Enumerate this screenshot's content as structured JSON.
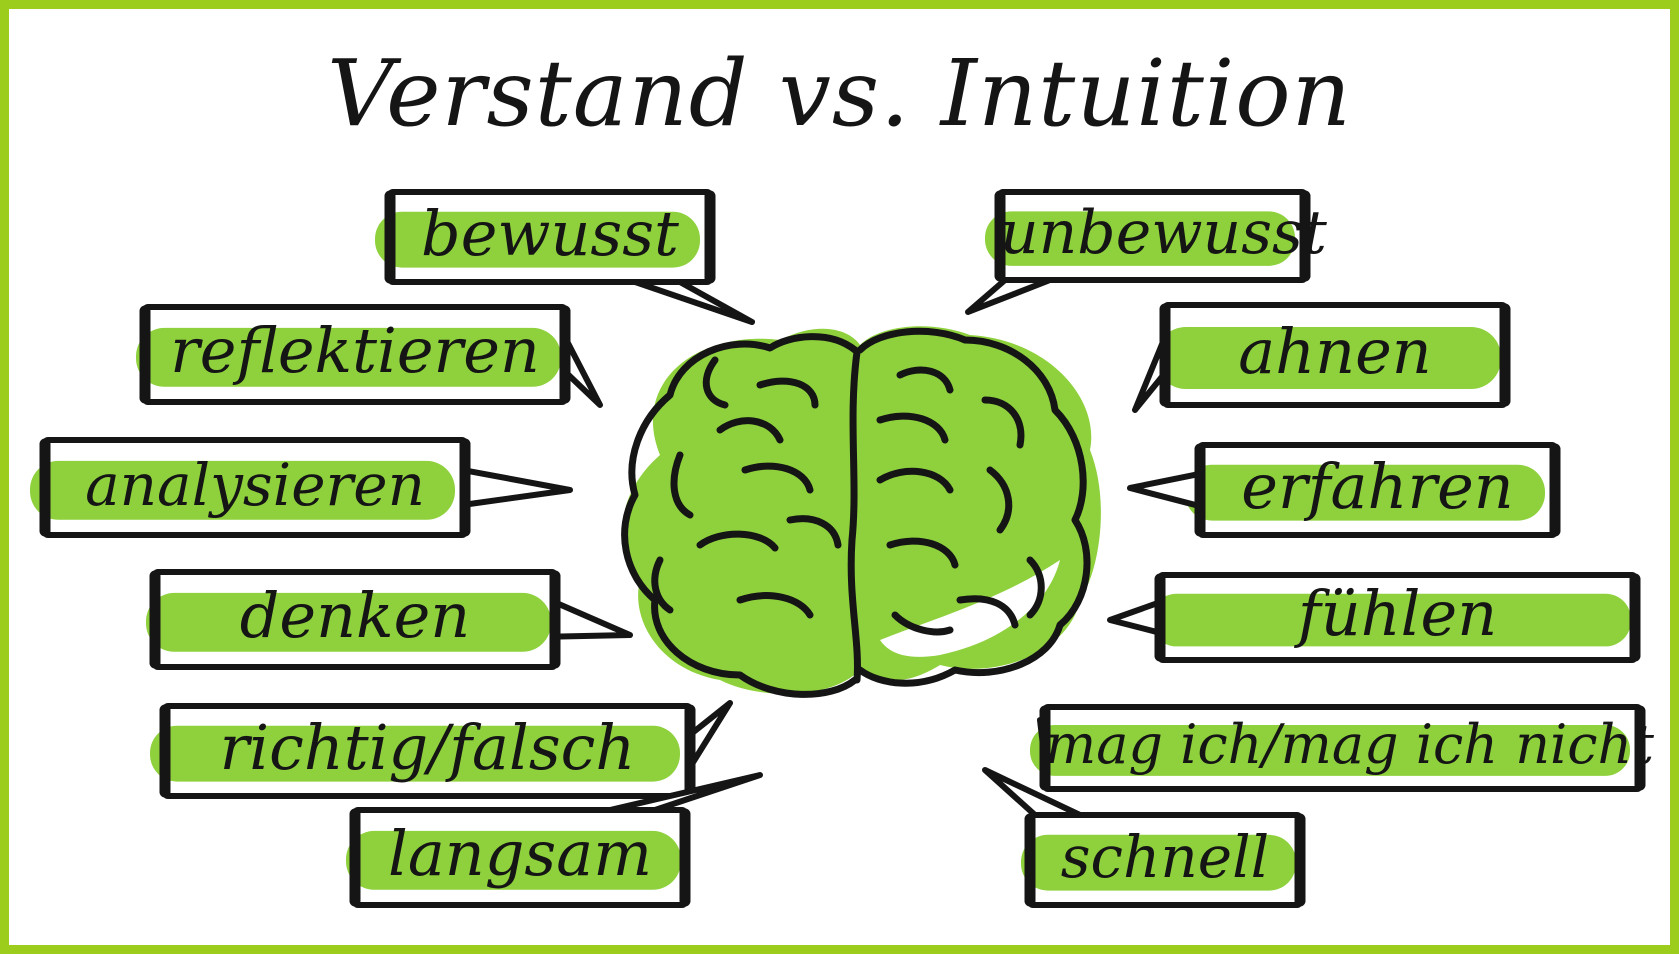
{
  "title": "Verstand vs. Intuition",
  "colors": {
    "accent": "#9ccc1c",
    "highlight": "#8ed13c",
    "ink": "#151515"
  },
  "left_terms": [
    {
      "label": "bewusst"
    },
    {
      "label": "reflektieren"
    },
    {
      "label": "analysieren"
    },
    {
      "label": "denken"
    },
    {
      "label": "richtig/falsch"
    },
    {
      "label": "langsam"
    }
  ],
  "right_terms": [
    {
      "label": "unbewusst"
    },
    {
      "label": "ahnen"
    },
    {
      "label": "erfahren"
    },
    {
      "label": "fühlen"
    },
    {
      "label": "mag ich/mag ich nicht"
    },
    {
      "label": "schnell"
    }
  ],
  "center_image": {
    "icon": "brain-icon"
  }
}
